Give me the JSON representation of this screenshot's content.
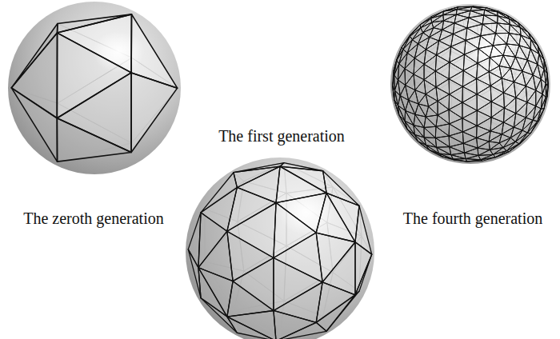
{
  "diagram": {
    "labels": [
      "The zeroth generation",
      "The first generation",
      "The fourth generation"
    ]
  }
}
